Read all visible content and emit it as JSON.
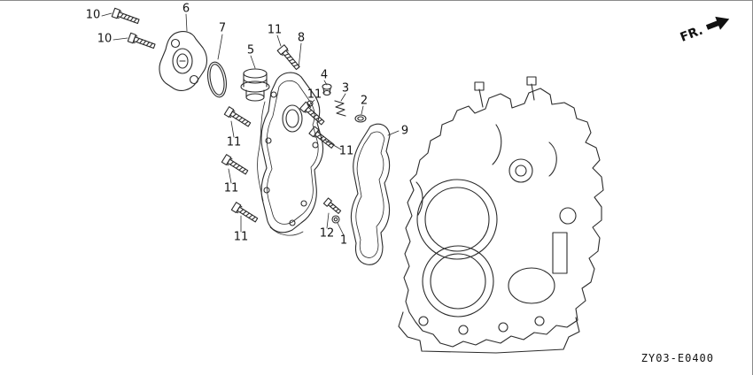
{
  "diagram": {
    "code": "ZY03-E0400",
    "fr_label": "FR.",
    "line_color": "#2b2b2b",
    "background": "#ffffff",
    "type": "exploded-parts-diagram"
  },
  "callouts": [
    {
      "label": "10"
    },
    {
      "label": "10"
    },
    {
      "label": "6"
    },
    {
      "label": "7"
    },
    {
      "label": "11"
    },
    {
      "label": "5"
    },
    {
      "label": "8"
    },
    {
      "label": "4"
    },
    {
      "label": "11"
    },
    {
      "label": "3"
    },
    {
      "label": "2"
    },
    {
      "label": "11"
    },
    {
      "label": "11"
    },
    {
      "label": "9"
    },
    {
      "label": "11"
    },
    {
      "label": "11"
    },
    {
      "label": "12"
    },
    {
      "label": "1"
    }
  ]
}
